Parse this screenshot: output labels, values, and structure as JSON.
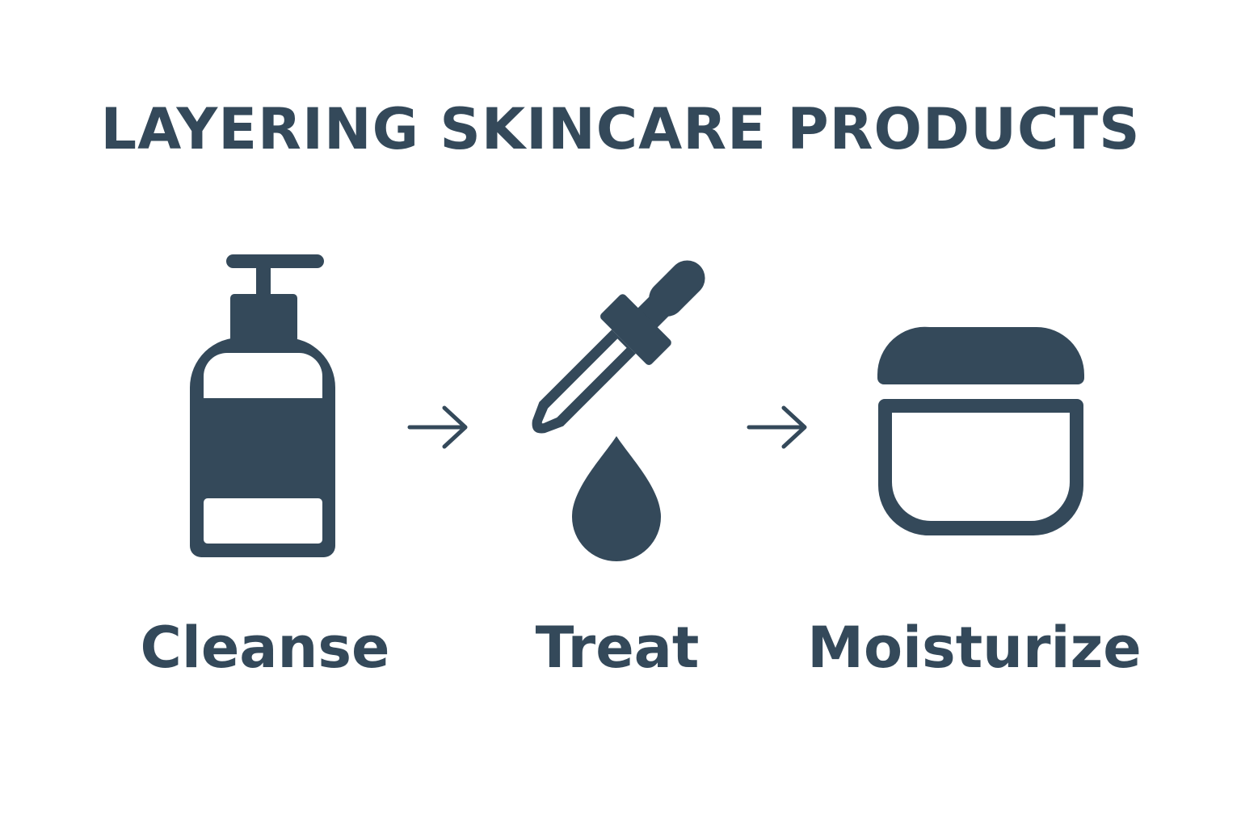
{
  "title": "LAYERING SKINCARE PRODUCTS",
  "colors": {
    "primary": "#34495a",
    "background": "#ffffff"
  },
  "steps": [
    {
      "label": "Cleanse",
      "icon": "pump-bottle-icon"
    },
    {
      "label": "Treat",
      "icon": "dropper-icon"
    },
    {
      "label": "Moisturize",
      "icon": "cream-jar-icon"
    }
  ],
  "connectors": [
    "arrow-right-icon",
    "arrow-right-icon"
  ]
}
